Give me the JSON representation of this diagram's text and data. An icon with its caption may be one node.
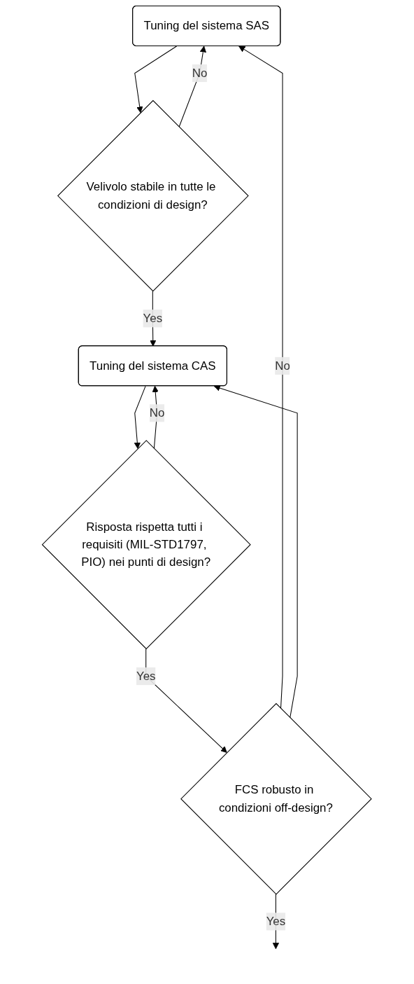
{
  "diagram": {
    "nodes": [
      {
        "text": [
          "Tuning del sistema SAS"
        ]
      },
      {
        "text": [
          "Velivolo stabile in tutte le condizioni di design?"
        ]
      },
      {
        "text": [
          "Tuning del sistema CAS"
        ]
      },
      {
        "text": [
          "Risposta rispetta tutti i requisiti (MIL-STD1797, PIO) nei punti di design?"
        ]
      },
      {
        "text": [
          "FCS robusto in condizioni off-design?"
        ]
      }
    ],
    "edges": [
      {
        "from": 0,
        "to": 1,
        "arrow": "to"
      },
      {
        "from": 1,
        "to": 2,
        "arrow": "to",
        "label": "Yes"
      },
      {
        "from": 1,
        "to": 0,
        "arrow": "to",
        "label": "No"
      },
      {
        "from": 2,
        "to": 3,
        "arrow": "to"
      },
      {
        "from": 3,
        "to": 2,
        "arrow": "to",
        "label": "No"
      },
      {
        "from": 3,
        "to": 4,
        "arrow": "to",
        "label": "Yes"
      },
      {
        "from": 4,
        "to": 0,
        "arrow": "to",
        "label": "No"
      },
      {
        "from": 4,
        "to": 2,
        "arrow": "to"
      },
      {
        "from": 4,
        "to": null,
        "arrow": "to",
        "label": "Yes"
      }
    ]
  }
}
